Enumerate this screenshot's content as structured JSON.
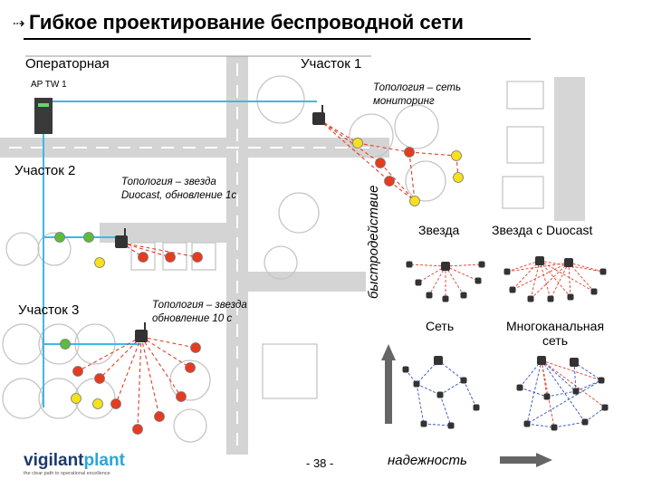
{
  "title": "Гибкое проектирование беспроводной сети",
  "gateway_label": "Операторная",
  "gateway_model": "AP TW 1",
  "areas": {
    "area1": "Участок 1",
    "area2": "Участок 2",
    "area3": "Участок 3"
  },
  "notes": {
    "area1": [
      "Топология – сеть",
      "мониторинг"
    ],
    "area2": [
      "Топология – звезда",
      "Duocast, обновление 1с"
    ],
    "area3": [
      "Топология – звезда",
      "обновление 10 с"
    ]
  },
  "topologies": {
    "star": "Звезда",
    "star_duocast": "Звезда с Duocast",
    "mesh": "Сеть",
    "multichannel": [
      "Многоканальная",
      "сеть"
    ]
  },
  "axes": {
    "y": "быстродействие",
    "x": "надежность"
  },
  "footer": {
    "page": "- 38 -",
    "logo_main": "vigilant",
    "logo_accent": "plant",
    "tagline": "the clear path to operational excellence"
  },
  "colors": {
    "backbone": "#3fb8e8",
    "road": "#d0d0d0",
    "node_red": "#e63b1f",
    "node_yellow": "#f5e21a",
    "node_green": "#5bbd3a",
    "link_red": "#e0402a",
    "link_blue": "#2f4fc8"
  }
}
